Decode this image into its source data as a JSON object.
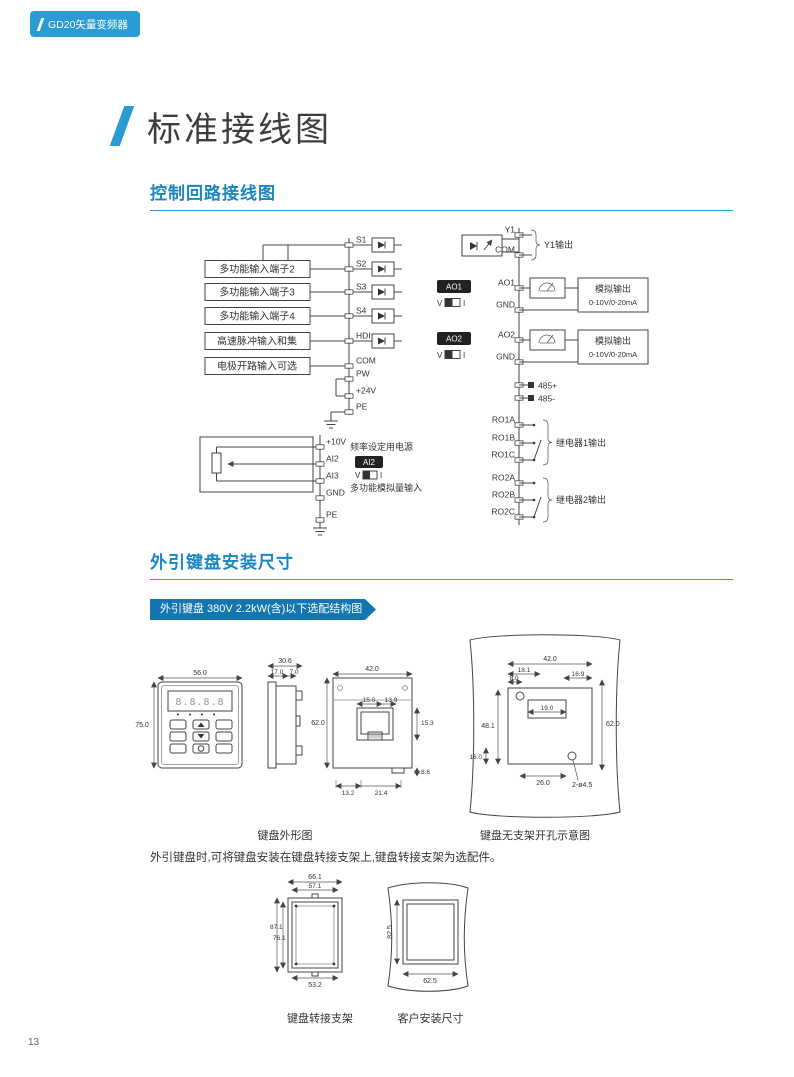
{
  "header": {
    "badge": "GD20矢量变频器"
  },
  "title": "标准接线图",
  "sections": {
    "control": {
      "heading": "控制回路接线图"
    },
    "keypad": {
      "heading": "外引键盘安装尺寸",
      "banner": "外引键盘 380V 2.2kW(含)以下选配结构图",
      "caption_outline": "键盘外形图",
      "caption_holes": "键盘无支架开孔示意图",
      "note": "外引键盘时,可将键盘安装在键盘转接支架上,键盘转接支架为选配件。",
      "caption_bracket": "键盘转接支架",
      "caption_customer": "客户安装尺寸"
    }
  },
  "page_number": "13",
  "colors": {
    "accent_blue": "#2b9bd4",
    "banner_blue": "#1376b0",
    "diagram_line": "#444444"
  },
  "wiring": {
    "input_labels": [
      "多功能输入端子2",
      "多功能输入端子3",
      "多功能输入端子4",
      "高速脉冲输入和集",
      "电极开路输入可选"
    ],
    "left_terminals": [
      "S1",
      "S2",
      "S3",
      "S4",
      "HDI",
      "COM",
      "PW",
      "+24V",
      "PE"
    ],
    "analog": {
      "terminals": [
        "+10V",
        "AI2",
        "AI3",
        "GND"
      ],
      "power_note": "频率设定用电源",
      "switch_label": "AI2",
      "option_v": "V",
      "option_i": "I",
      "multi_note": "多功能模拟量输入",
      "pe": "PE"
    },
    "outputs": {
      "y1": "Y1",
      "com": "COM",
      "y1_out": "Y1输出",
      "ao1": "AO1",
      "gnd1": "GND",
      "ao1_switch": "AO1",
      "ao2": "AO2",
      "gnd2": "GND",
      "ao2_switch": "AO2",
      "option_v": "V",
      "option_i": "I",
      "analog_out": "模拟输出",
      "analog_range": "0-10V/0-20mA",
      "rs485_plus": "485+",
      "rs485_minus": "485-",
      "ro1a": "RO1A",
      "ro1b": "RO1B",
      "ro1c": "RO1C",
      "ro2a": "RO2A",
      "ro2b": "RO2B",
      "ro2c": "RO2C",
      "relay1_out": "继电器1输出",
      "relay2_out": "继电器2输出"
    }
  },
  "keypad_display": "8.8.8.8",
  "dims": {
    "front_w": "56.0",
    "front_h": "75.0",
    "side_total": "30.6",
    "side_a": "17.0",
    "side_b": "7.0",
    "rear_w": "42.0",
    "rear_h": "62.0",
    "rear_a": "15.0",
    "rear_b": "13.9",
    "rear_c": "15.3",
    "rear_d": "8.6",
    "rear_e": "13.2",
    "rear_f": "21.4",
    "hole_w": "42.0",
    "hole_a": "18.1",
    "hole_b": "8.0",
    "hole_c": "16.9",
    "hole_d": "19.0",
    "hole_e": "48.1",
    "hole_h": "62.0",
    "hole_f": "16.0",
    "hole_g": "26.0",
    "hole_note": "2-ø4.5",
    "bracket_w1": "66.1",
    "bracket_w2": "57.1",
    "bracket_h1": "87.1",
    "bracket_h2": "76.1",
    "bracket_b": "53.2",
    "cust_h": "82.5",
    "cust_w": "62.5"
  }
}
